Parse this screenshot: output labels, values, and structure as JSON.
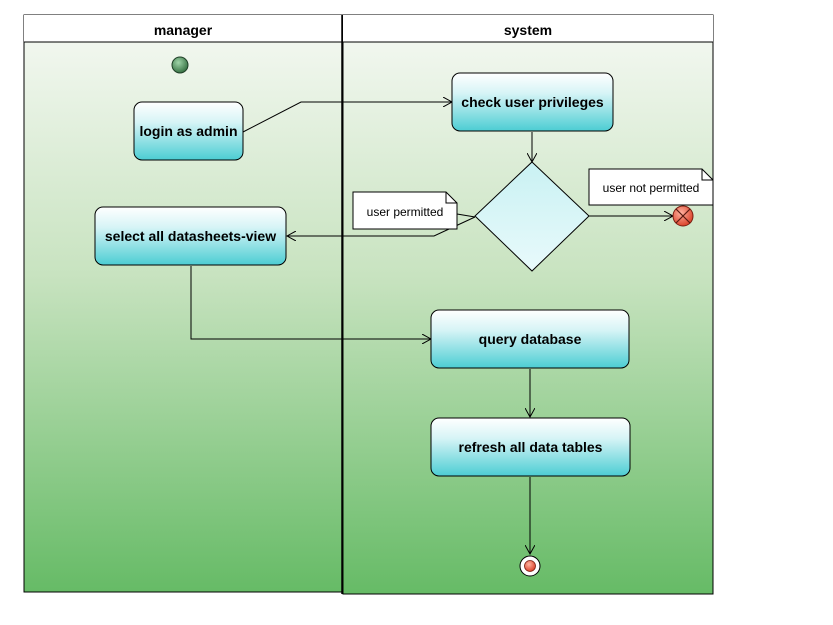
{
  "lanes": {
    "manager": "manager",
    "system": "system"
  },
  "activities": {
    "login": "login as admin",
    "check": "check user privileges",
    "select": "select all datasheets-view",
    "query": "query database",
    "refresh": "refresh all data tables"
  },
  "notes": {
    "permitted": "user permitted",
    "not_permitted": "user not permitted"
  },
  "colors": {
    "lane_gradient_top": "#f4f8f1",
    "lane_gradient_bottom": "#6bbe6a",
    "activity_top": "#ffffff",
    "activity_bottom": "#4ccdd3",
    "node_green": "#4a8a5a",
    "final_red": "#e05030",
    "line": "#000000"
  }
}
